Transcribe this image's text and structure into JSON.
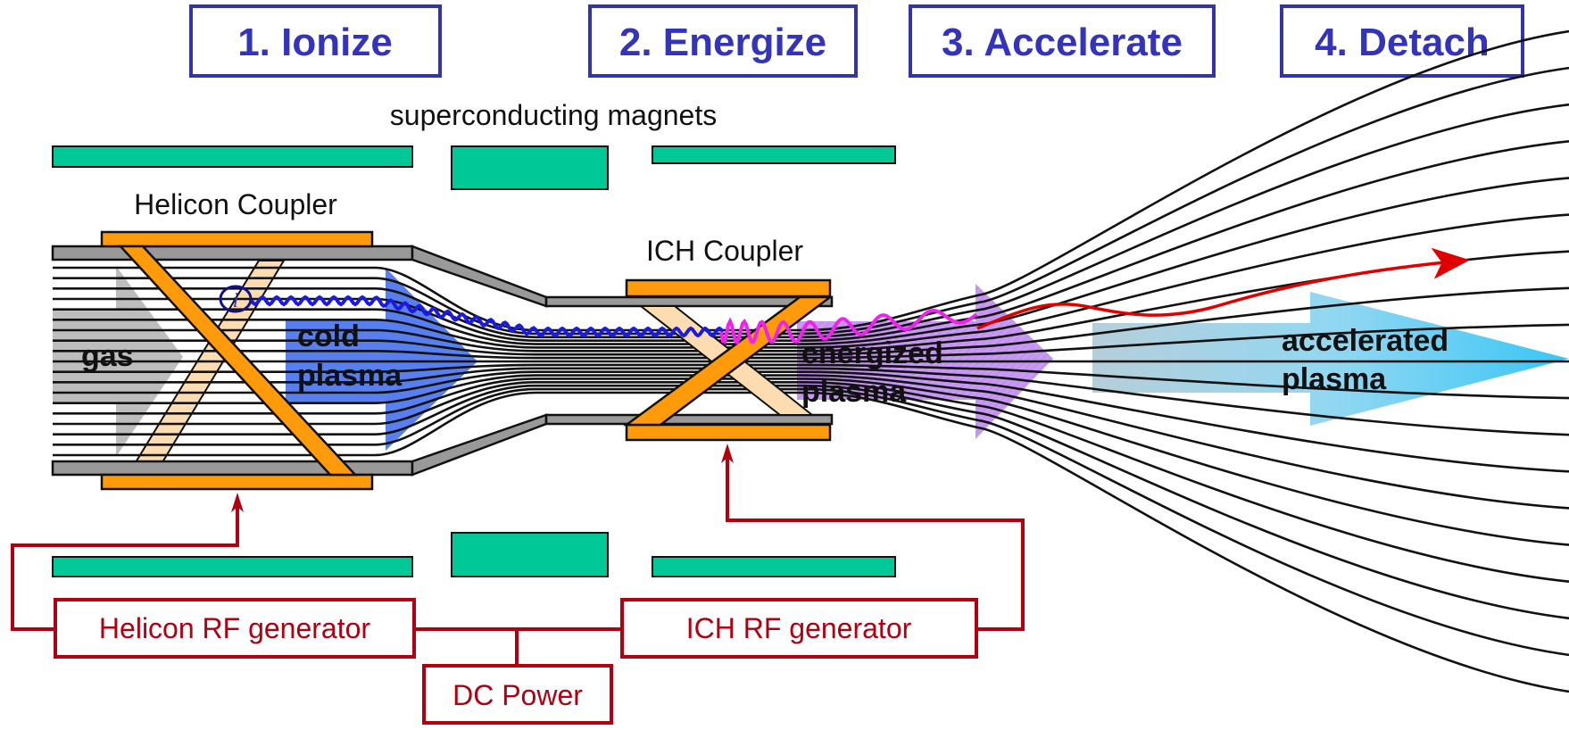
{
  "stages": [
    {
      "label": "1. Ionize"
    },
    {
      "label": "2. Energize"
    },
    {
      "label": "3. Accelerate"
    },
    {
      "label": "4. Detach"
    }
  ],
  "labels": {
    "magnets": "superconducting magnets",
    "helicon_coupler": "Helicon Coupler",
    "ich_coupler": "ICH Coupler",
    "gas": "gas",
    "cold_plasma_line1": "cold",
    "cold_plasma_line2": "plasma",
    "energized_plasma_line1": "energized",
    "energized_plasma_line2": "plasma",
    "accelerated_plasma_line1": "accelerated",
    "accelerated_plasma_line2": "plasma",
    "ion_symbol": "i"
  },
  "generators": {
    "helicon": "Helicon RF generator",
    "ich": "ICH RF generator",
    "dc": "DC Power"
  },
  "colors": {
    "stage_blue": "#3333bb",
    "magnet_green": "#00c896",
    "coupler_orange": "#ff9a0a",
    "circuit_red": "#b00012",
    "cold_plasma_blue": "#4a74ee",
    "energized_violet": "#c08cf0",
    "accelerated_cyan": "#38c4f2",
    "gas_gray": "#bdbdbd"
  }
}
